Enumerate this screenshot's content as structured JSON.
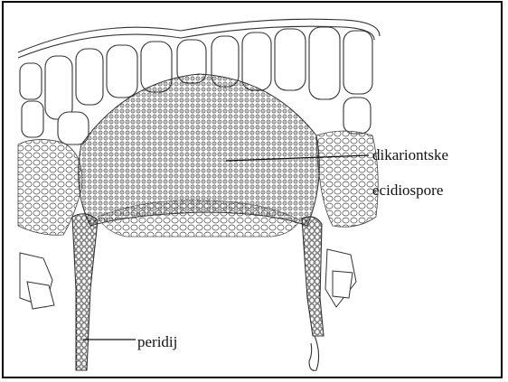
{
  "labels": {
    "dikariontske_line1": "dikariontske",
    "dikariontske_line2": "ecidiospore",
    "peridij": "peridij"
  },
  "colors": {
    "ink": "#333333",
    "background": "#ffffff",
    "frame": "#000000"
  }
}
